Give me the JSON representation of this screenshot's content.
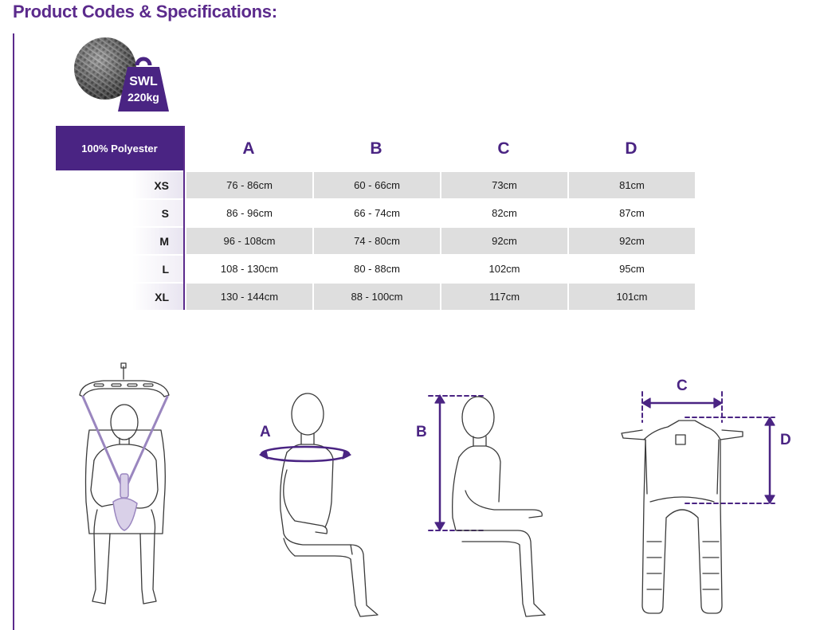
{
  "title": "Product Codes & Specifications:",
  "badge": {
    "line1": "SWL",
    "line2": "220kg"
  },
  "table": {
    "material": "100% Polyester",
    "columns": [
      "A",
      "B",
      "C",
      "D"
    ],
    "rows": [
      {
        "size": "XS",
        "values": [
          "76 - 86cm",
          "60 - 66cm",
          "73cm",
          "81cm"
        ]
      },
      {
        "size": "S",
        "values": [
          "86 - 96cm",
          "66 - 74cm",
          "82cm",
          "87cm"
        ]
      },
      {
        "size": "M",
        "values": [
          "96 - 108cm",
          "74 - 80cm",
          "92cm",
          "92cm"
        ]
      },
      {
        "size": "L",
        "values": [
          "108 - 130cm",
          "80 - 88cm",
          "102cm",
          "95cm"
        ]
      },
      {
        "size": "XL",
        "values": [
          "130 - 144cm",
          "88 - 100cm",
          "117cm",
          "101cm"
        ]
      }
    ]
  },
  "figures": {
    "label_a": "A",
    "label_b": "B",
    "label_c": "C",
    "label_d": "D"
  },
  "colors": {
    "brand_purple": "#4a2483",
    "row_shade": "#dedede"
  }
}
